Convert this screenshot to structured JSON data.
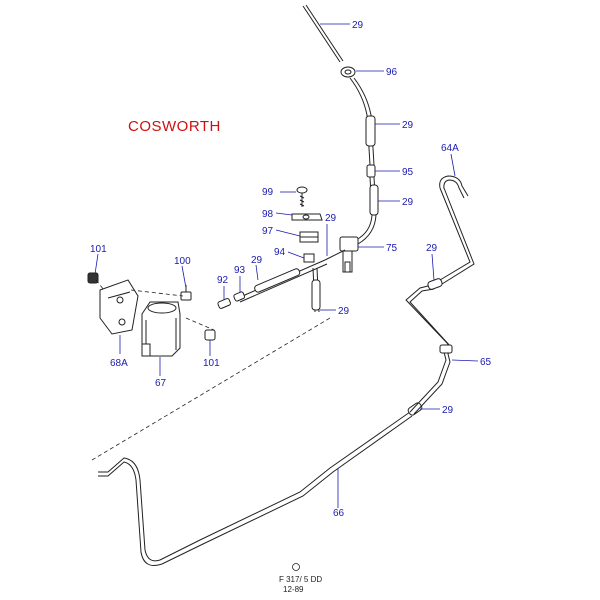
{
  "variant_title": "COSWORTH",
  "labels": {
    "l29a": "29",
    "l96": "96",
    "l29b": "29",
    "l95": "95",
    "l29c": "29",
    "l64a": "64A",
    "l99": "99",
    "l98": "98",
    "l97": "97",
    "l94": "94",
    "l29d": "29",
    "l75": "75",
    "l29e": "29",
    "l101a": "101",
    "l100": "100",
    "l92": "92",
    "l93": "93",
    "l29f": "29",
    "l29g": "29",
    "l68a": "68A",
    "l67": "67",
    "l101b": "101",
    "l65": "65",
    "l29h": "29",
    "l66": "66"
  },
  "footer": {
    "code": "F 317/ 5 DD",
    "date": "12-89"
  }
}
